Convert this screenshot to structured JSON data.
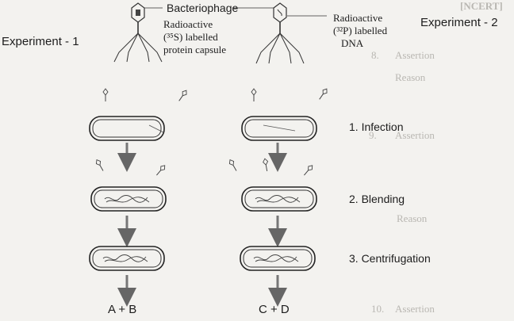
{
  "labels": {
    "bacteriophage": "Bacteriophage",
    "exp1": "Experiment - 1",
    "exp2": "Experiment - 2",
    "left_label_l1": "Radioactive",
    "left_label_l2": "(³⁵S) labelled",
    "left_label_l3": "protein capsule",
    "right_label_l1": "Radioactive",
    "right_label_l2": "(³²P) labelled",
    "right_label_l3": "DNA"
  },
  "steps": [
    "1. Infection",
    "2. Blending",
    "3. Centrifugation"
  ],
  "results": {
    "left": "A + B",
    "right": "C + D"
  },
  "background_text": [
    "[NCERT]",
    "8.",
    "Assertion",
    "Reason",
    "9.",
    "Assertion",
    "Reason",
    "10.",
    "Assertion"
  ]
}
